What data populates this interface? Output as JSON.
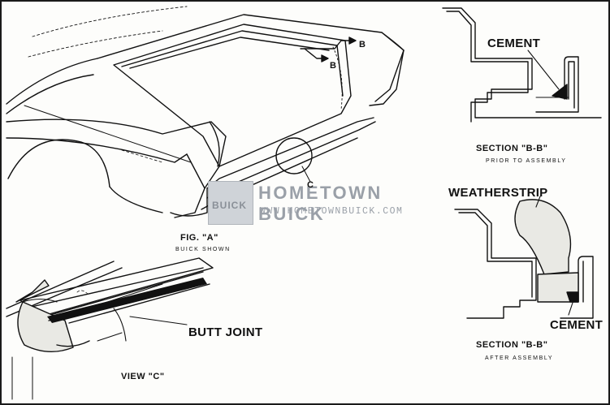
{
  "figure": {
    "fig_a": {
      "title": "FIG. \"A\"",
      "subtitle": "BUICK SHOWN"
    },
    "view_c": {
      "title": "VIEW \"C\""
    },
    "section_prior": {
      "title": "SECTION \"B-B\"",
      "subtitle": "PRIOR TO ASSEMBLY"
    },
    "section_after": {
      "title": "SECTION \"B-B\"",
      "subtitle": "AFTER ASSEMBLY"
    },
    "callouts": {
      "cement_top": "CEMENT",
      "weatherstrip": "WEATHERSTRIP",
      "cement_bottom": "CEMENT",
      "butt_joint": "BUTT JOINT",
      "b_upper": "B",
      "b_lower": "B",
      "c": "C"
    }
  },
  "watermark": {
    "badge": "BUICK",
    "title": "HOMETOWN BUICK",
    "url": "WWW.HOMETOWNBUICK.COM"
  },
  "colors": {
    "ink": "#111111",
    "paper": "#fdfdfb",
    "watermark": "#9aa0a8"
  }
}
